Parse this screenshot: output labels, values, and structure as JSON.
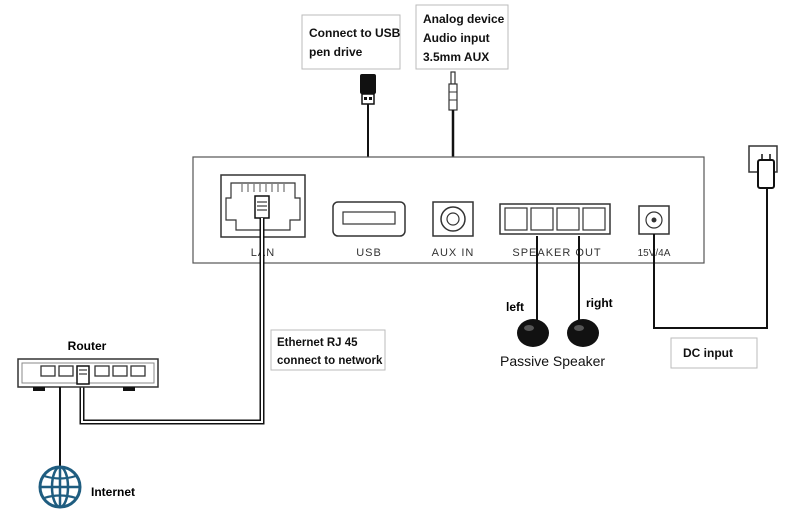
{
  "device": {
    "ports": {
      "lan": "LAN",
      "usb": "USB",
      "aux": "AUX IN",
      "speaker_out": "SPEAKER OUT",
      "power": "15V/4A"
    }
  },
  "callouts": {
    "usb": [
      "Connect to USB",
      "pen drive"
    ],
    "aux": [
      "Analog device",
      "Audio input",
      "3.5mm AUX"
    ],
    "ethernet": [
      "Ethernet RJ 45",
      "connect to network"
    ],
    "dc": "DC input"
  },
  "router": {
    "label": "Router"
  },
  "internet": {
    "label": "Internet"
  },
  "speakers": {
    "left": "left",
    "right": "right",
    "caption": "Passive Speaker"
  },
  "colors": {
    "line": "#111111",
    "panel_border": "#555555",
    "box_border": "#bbbbbb"
  }
}
